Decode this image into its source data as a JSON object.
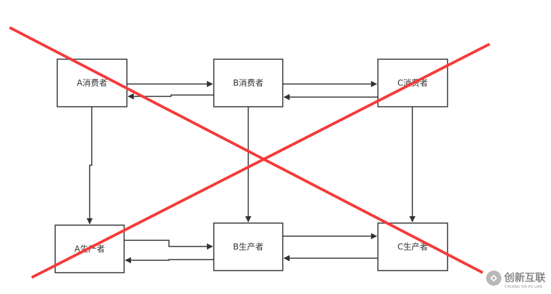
{
  "nodes": {
    "a_consumer": "A消费者",
    "b_consumer": "B消费者",
    "c_consumer": "C消费者",
    "a_producer": "A生产者",
    "b_producer": "B生产者",
    "c_producer": "C生产者"
  },
  "watermark": {
    "text": "创新互联",
    "sub": "CHUANG XIN HU LIAN"
  },
  "colors": {
    "cross": "#f53a3a",
    "stroke": "#333333"
  }
}
